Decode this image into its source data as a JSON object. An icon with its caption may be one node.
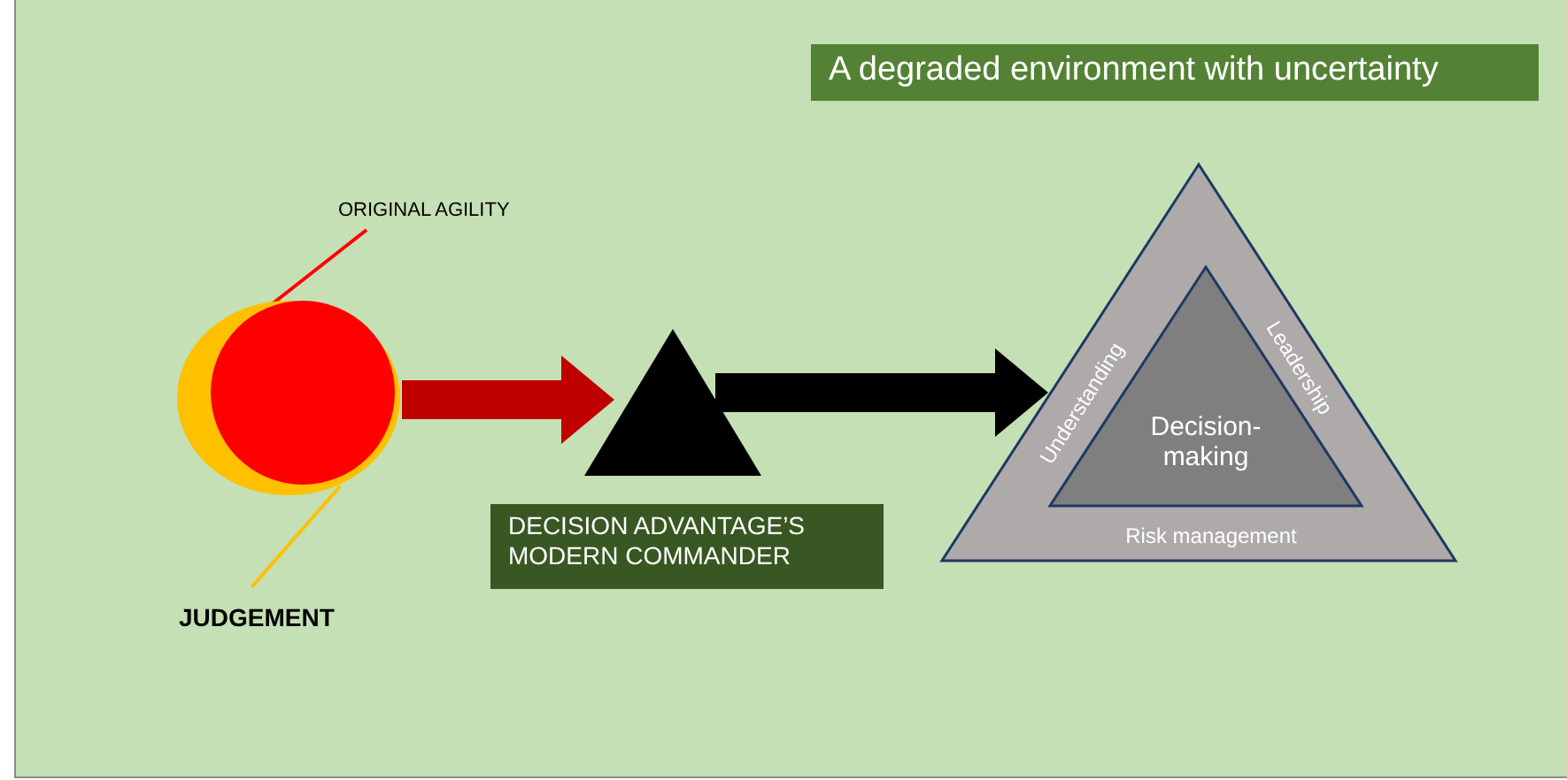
{
  "diagram": {
    "nodes": [
      {
        "text": [
          "A degraded environment with uncertainty"
        ]
      },
      {
        "text": [
          "ORIGINAL AGILITY"
        ]
      },
      {
        "text": [],
        "shape": "circle"
      },
      {
        "text": [],
        "shape": "circle",
        "in": 2
      },
      {
        "text": [],
        "shape": "triangle"
      },
      {
        "text": [
          "DECISION ADVANTAGE’S MODERN COMMANDER"
        ]
      },
      {
        "text": [
          "Understanding",
          "Leadership",
          "Risk management"
        ]
      },
      {
        "text": [
          "Decision-making"
        ],
        "in": 6
      },
      {
        "text": [
          "JUDGEMENT"
        ]
      }
    ],
    "edges": [
      {
        "from": 1,
        "to": 3,
        "arrow": "none",
        "color": "#ff0000"
      },
      {
        "from": 8,
        "to": 2,
        "arrow": "none",
        "color": "#ffc000"
      },
      {
        "from": 2,
        "to": 4,
        "arrow": "to",
        "style": "thick",
        "color": "#c00000"
      },
      {
        "from": 4,
        "to": 6,
        "arrow": "to",
        "style": "thick",
        "color": "#000000"
      }
    ]
  }
}
